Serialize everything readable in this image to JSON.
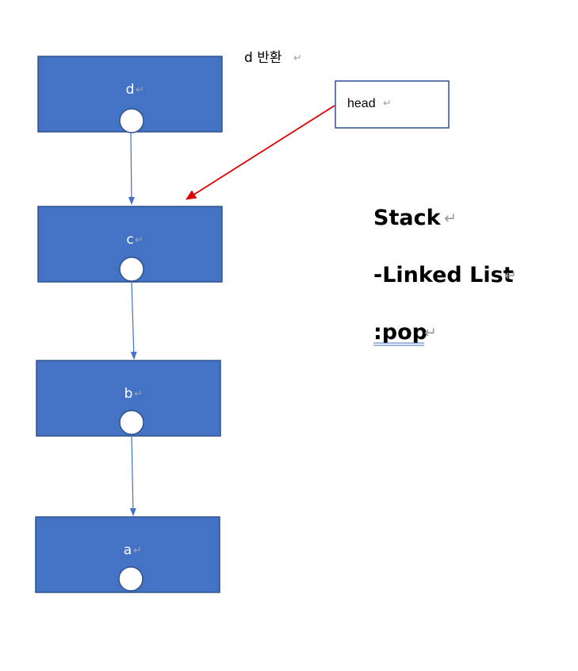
{
  "diagram": {
    "type": "linked-list-stack",
    "colors": {
      "node_fill": "#4472c4",
      "node_border": "#2f528f",
      "link_arrow": "#4472c4",
      "head_arrow": "#e00000",
      "head_box_border": "#2f528f"
    },
    "nodes": [
      {
        "id": "d",
        "label": "d"
      },
      {
        "id": "c",
        "label": "c"
      },
      {
        "id": "b",
        "label": "b"
      },
      {
        "id": "a",
        "label": "a"
      }
    ],
    "links": [
      {
        "from": "d",
        "to": "c"
      },
      {
        "from": "c",
        "to": "b"
      },
      {
        "from": "b",
        "to": "a"
      }
    ],
    "head": {
      "label": "head",
      "points_to": "c"
    },
    "returned_note": "d  반환",
    "paragraph_mark": "↵"
  },
  "title": {
    "line1": "Stack",
    "line2": "-Linked List",
    "line3": ":pop"
  }
}
